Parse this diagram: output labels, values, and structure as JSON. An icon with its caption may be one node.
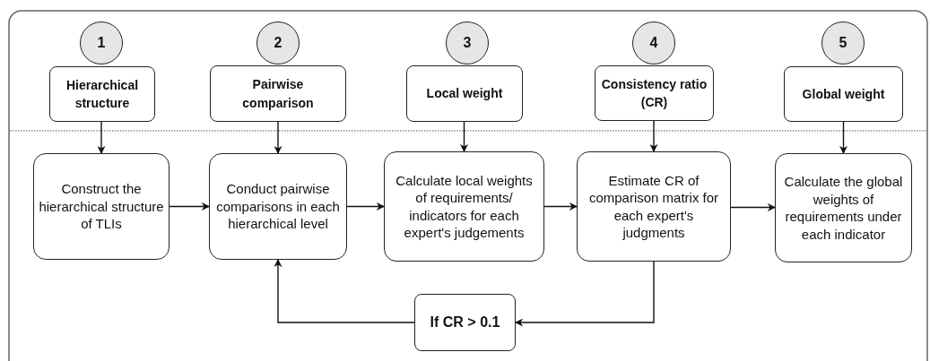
{
  "diagram": {
    "nodes": [
      {
        "text": [
          "1"
        ]
      },
      {
        "text": [
          "2"
        ]
      },
      {
        "text": [
          "3"
        ]
      },
      {
        "text": [
          "4"
        ]
      },
      {
        "text": [
          "5"
        ]
      },
      {
        "text": [
          "Hierarchical structure"
        ]
      },
      {
        "text": [
          "Pairwise comparison"
        ]
      },
      {
        "text": [
          "Local weight"
        ]
      },
      {
        "text": [
          "Consistency ratio (CR)"
        ]
      },
      {
        "text": [
          "Global weight"
        ]
      },
      {
        "text": [
          "Construct the hierarchical structure of TLIs"
        ]
      },
      {
        "text": [
          "Conduct pairwise comparisons in each hierarchical level"
        ]
      },
      {
        "text": [
          "Calculate local weights of requirements/ indicators for each expert's judgements"
        ]
      },
      {
        "text": [
          "Estimate CR of comparison matrix for each expert's judgments"
        ]
      },
      {
        "text": [
          "Calculate the global weights of requirements under each indicator"
        ]
      },
      {
        "text": [
          "If CR > 0.1"
        ]
      }
    ],
    "edges": [
      {
        "from": 5,
        "to": 10,
        "arrow": "to"
      },
      {
        "from": 6,
        "to": 11,
        "arrow": "to"
      },
      {
        "from": 7,
        "to": 12,
        "arrow": "to"
      },
      {
        "from": 8,
        "to": 13,
        "arrow": "to"
      },
      {
        "from": 9,
        "to": 14,
        "arrow": "to"
      },
      {
        "from": 10,
        "to": 11,
        "arrow": "to"
      },
      {
        "from": 11,
        "to": 12,
        "arrow": "to"
      },
      {
        "from": 12,
        "to": 13,
        "arrow": "to"
      },
      {
        "from": 13,
        "to": 14,
        "arrow": "to"
      },
      {
        "from": 13,
        "to": 15,
        "arrow": "to"
      },
      {
        "from": 15,
        "to": 11,
        "arrow": "to"
      }
    ]
  }
}
